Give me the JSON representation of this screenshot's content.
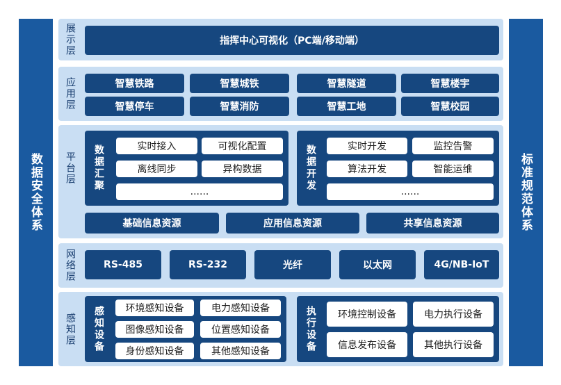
{
  "left_side": "数据安全体系",
  "right_side": "标准规范体系",
  "display_layer": {
    "label": "展示层",
    "content": "指挥中心可视化（PC端/移动端）"
  },
  "app_layer": {
    "label": "应用层",
    "items": [
      "智慧铁路",
      "智慧城铁",
      "智慧隧道",
      "智慧楼宇",
      "智慧停车",
      "智慧消防",
      "智慧工地",
      "智慧校园"
    ]
  },
  "platform_layer": {
    "label": "平台层",
    "aggregation": {
      "label": "数据汇聚",
      "items": [
        "实时接入",
        "可视化配置",
        "离线同步",
        "异构数据",
        "......"
      ]
    },
    "development": {
      "label": "数据开发",
      "items": [
        "实时开发",
        "监控告警",
        "算法开发",
        "智能运维",
        "......"
      ]
    },
    "resources": [
      "基础信息资源",
      "应用信息资源",
      "共享信息资源"
    ]
  },
  "network_layer": {
    "label": "网络层",
    "items": [
      "RS-485",
      "RS-232",
      "光纤",
      "以太网",
      "4G/NB-IoT"
    ]
  },
  "perception_layer": {
    "label": "感知层",
    "sensing": {
      "label": "感知设备",
      "items": [
        "环境感知设备",
        "电力感知设备",
        "图像感知设备",
        "位置感知设备",
        "身份感知设备",
        "其他感知设备"
      ]
    },
    "execution": {
      "label": "执行设备",
      "items": [
        "环境控制设备",
        "电力执行设备",
        "信息发布设备",
        "其他执行设备"
      ]
    }
  }
}
